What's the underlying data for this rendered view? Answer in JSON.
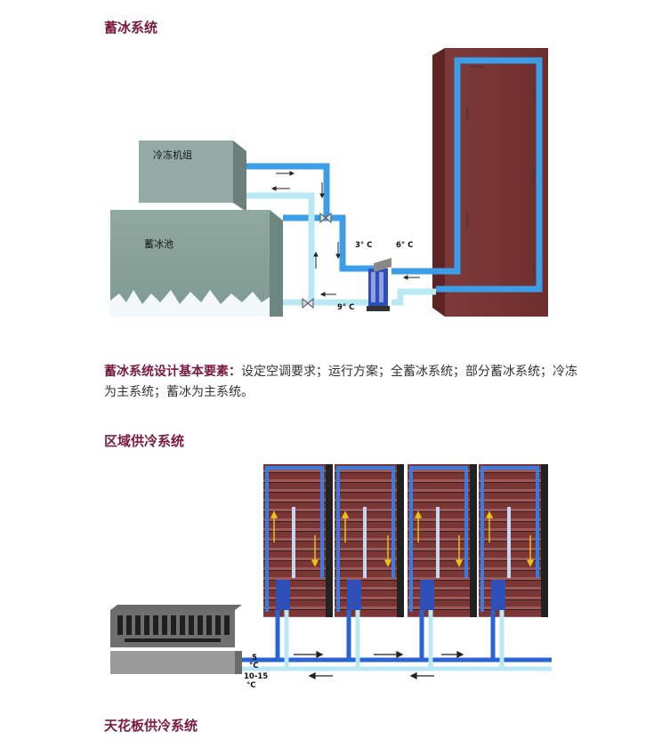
{
  "section1": {
    "title": "蓄冰系统",
    "diagram": {
      "chiller_label": "冷冻机组",
      "tank_label": "蓄冰池",
      "temp_3": "3° C",
      "temp_6": "6° C",
      "temp_9": "9° C"
    }
  },
  "section1_text": {
    "label": "蓄冰系统设计基本要素：",
    "line1": "设定空调要求；运行方案；全蓄冰系统；部分蓄冰系统；冷冻",
    "line2": "为主系统；蓄冰为主系统。"
  },
  "section2": {
    "title": "区域供冷系统",
    "diagram": {
      "temp_5": "5",
      "temp_5_unit": "°C",
      "temp_range": "10-15",
      "temp_range_unit": "°C"
    }
  },
  "section3": {
    "title": "天花板供冷系统"
  },
  "colors": {
    "heading": "#7b1a3e",
    "pipe_supply": "#3b9ee6",
    "pipe_return": "#b8e8f4",
    "building": "#7a3535"
  }
}
